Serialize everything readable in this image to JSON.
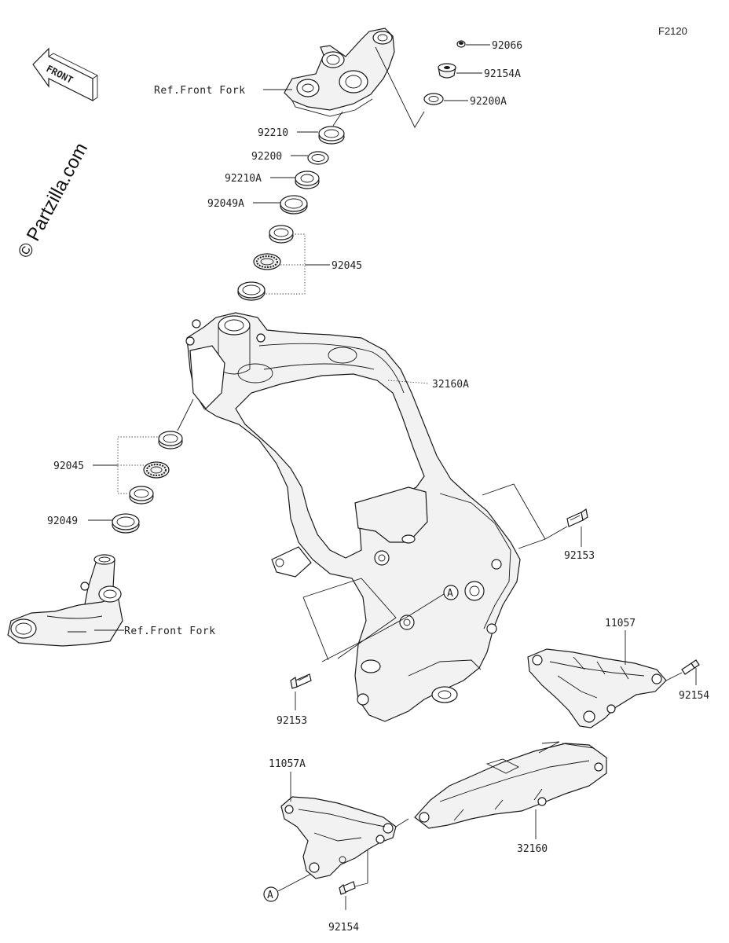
{
  "figure_code": "F2120",
  "watermark": "© Partzilla.com",
  "front_arrow": {
    "label": "FRONT"
  },
  "reference_labels": {
    "upper_clamp": "Ref.Front Fork",
    "lower_clamp": "Ref.Front Fork"
  },
  "callouts": {
    "c_92066": "92066",
    "c_92154A": "92154A",
    "c_92200A": "92200A",
    "c_92210": "92210",
    "c_92200": "92200",
    "c_92210A": "92210A",
    "c_92049A": "92049A",
    "c_92045_top": "92045",
    "c_32160A": "32160A",
    "c_92045_left": "92045",
    "c_92049": "92049",
    "c_92153_right": "92153",
    "c_11057": "11057",
    "c_92154_right": "92154",
    "c_92153_bottom": "92153",
    "c_11057A": "11057A",
    "c_32160": "32160",
    "c_92154_bottom": "92154"
  },
  "markers": {
    "a_upper": "A",
    "a_lower": "A"
  },
  "colors": {
    "line": "#1a1a1a",
    "background": "#ffffff"
  }
}
